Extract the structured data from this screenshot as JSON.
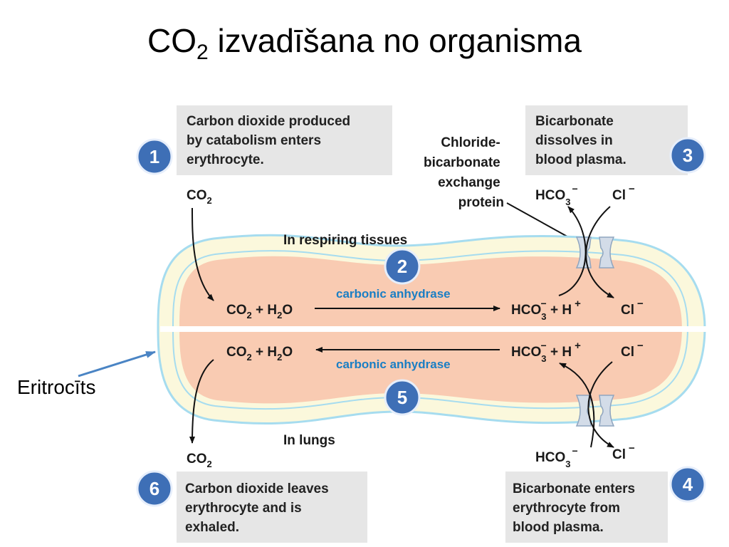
{
  "title": {
    "main": "CO",
    "sub": "2",
    "rest": " izvadīšana no organisma"
  },
  "steps": [
    {
      "num": "1",
      "lines": [
        "Carbon dioxide produced",
        "by catabolism enters",
        "erythrocyte."
      ]
    },
    {
      "num": "2"
    },
    {
      "num": "3",
      "lines": [
        "Bicarbonate",
        "dissolves in",
        "blood plasma."
      ]
    },
    {
      "num": "4",
      "lines": [
        "Bicarbonate enters",
        "erythrocyte from",
        "blood plasma."
      ]
    },
    {
      "num": "5"
    },
    {
      "num": "6",
      "lines": [
        "Carbon dioxide leaves",
        "erythrocyte and is",
        "exhaled."
      ]
    }
  ],
  "protein_label": [
    "Chloride-",
    "bicarbonate",
    "exchange",
    "protein"
  ],
  "region_tissues": "In respiring tissues",
  "region_lungs": "In lungs",
  "enzyme": "carbonic anhydrase",
  "chem": {
    "co2": "CO",
    "two": "2",
    "plus": "+",
    "h2o_h": "H",
    "h2o_o": "O",
    "hco3": "HCO",
    "three": "3",
    "minus": "−",
    "h": "H",
    "h_plus": "+",
    "cl": "Cl"
  },
  "erythrocyte_label": "Eritrocīts",
  "colors": {
    "box": "#e6e6e6",
    "cell_fill": "#f9cbb2",
    "membrane": "#fbf8dc",
    "membrane_edge": "#a6dcef",
    "badge": "#3e6fb6",
    "enzyme": "#1a7ec4",
    "pointer": "#4a84c4"
  }
}
